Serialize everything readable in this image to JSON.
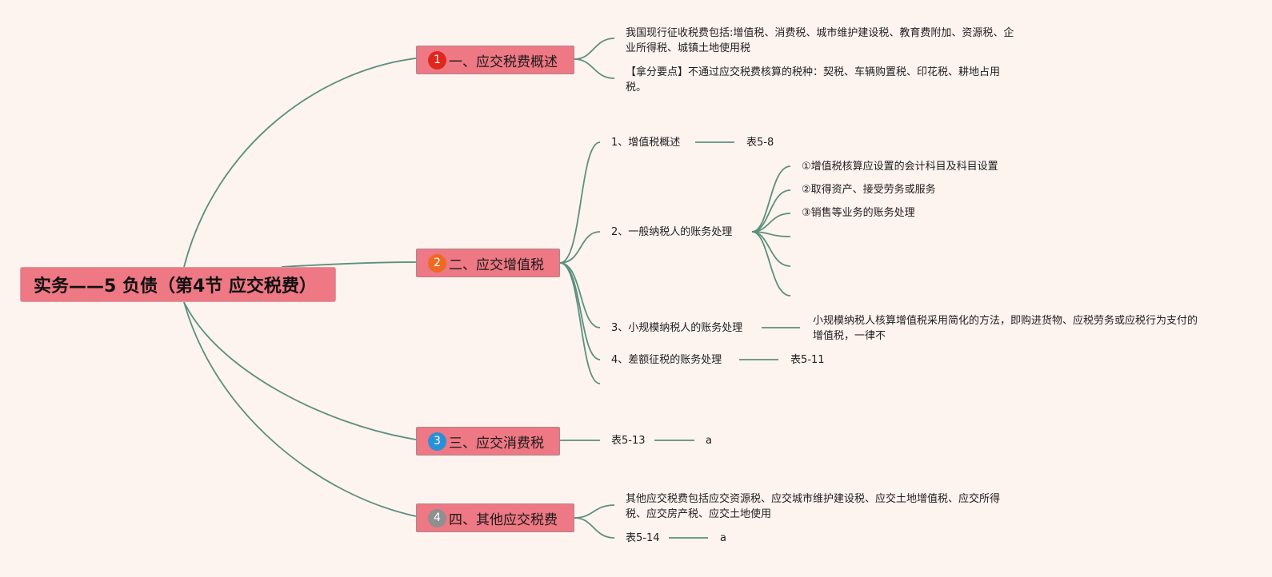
{
  "root": {
    "title": "实务——5 负债（第4节 应交税费）"
  },
  "colors": {
    "node_fill": "#ee7884",
    "line": "#5b907d",
    "background": "#fdf3ef",
    "badge_1": "#e0271e",
    "badge_2": "#ee6a22",
    "badge_3": "#2a8fd7",
    "badge_4": "#8f8f8f"
  },
  "branches": [
    {
      "badge": "1",
      "label": "一、应交税费概述",
      "children": [
        "我国现行征收税费包括:增值税、消费税、城市维护建设税、教育费附加、资源税、企业所得税、城镇土地使用税",
        "【拿分要点】不通过应交税费核算的税种：契税、车辆购置税、印花税、耕地占用税。"
      ]
    },
    {
      "badge": "2",
      "label": "二、应交增值税",
      "children": [
        {
          "label": "1、增值税概述",
          "note": "表5-8"
        },
        {
          "label": "2、一般纳税人的账务处理",
          "items": [
            "①增值税核算应设置的会计科目及科目设置",
            "②取得资产、接受劳务或服务",
            "③销售等业务的账务处理"
          ]
        },
        {
          "label": "3、小规模纳税人的账务处理",
          "note": "小规模纳税人核算增值税采用简化的方法，即购进货物、应税劳务或应税行为支付的增值税，一律不"
        },
        {
          "label": "4、差额征税的账务处理",
          "note": "表5-11"
        }
      ]
    },
    {
      "badge": "3",
      "label": "三、应交消费税",
      "children": [
        {
          "label": "表5-13",
          "note": "a"
        }
      ]
    },
    {
      "badge": "4",
      "label": "四、其他应交税费",
      "children": [
        {
          "label": "其他应交税费包括应交资源税、应交城市维护建设税、应交土地增值税、应交所得税、应交房产税、应交土地使用"
        },
        {
          "label": "表5-14",
          "note": "a"
        }
      ]
    }
  ]
}
